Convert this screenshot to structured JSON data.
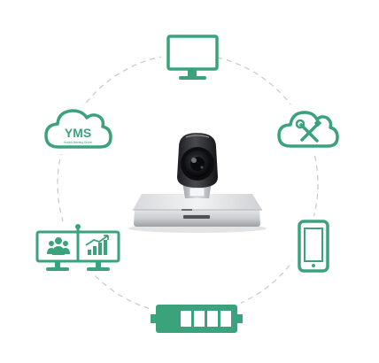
{
  "diagram": {
    "accent_color": "#3aa37c",
    "ring_color": "#c8c8c8",
    "center": {
      "icon": "video-conferencing-camera-icon"
    },
    "nodes": [
      {
        "id": "monitor",
        "icon": "monitor-icon"
      },
      {
        "id": "cloud-tools",
        "icon": "cloud-wrench-screwdriver-icon"
      },
      {
        "id": "mobile",
        "icon": "smartphone-icon"
      },
      {
        "id": "expansion",
        "icon": "expansion-module-icon"
      },
      {
        "id": "dual-screen",
        "icon": "dual-screen-users-chart-icon"
      },
      {
        "id": "yms-cloud",
        "icon": "yms-cloud-icon",
        "label": "YMS",
        "sublabel": "Yealink Meeting Server"
      }
    ]
  }
}
